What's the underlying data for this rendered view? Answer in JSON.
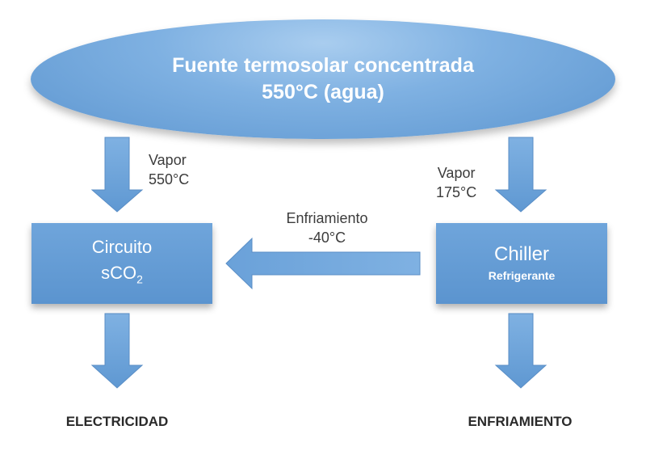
{
  "source": {
    "title": "Fuente termosolar concentrada",
    "subtitle": "550°C (agua)"
  },
  "left_arrow_label": {
    "line1": "Vapor",
    "line2": "550°C"
  },
  "right_arrow_label": {
    "line1": "Vapor",
    "line2": "175°C"
  },
  "middle_arrow_label": {
    "line1": "Enfriamiento",
    "line2": "-40°C"
  },
  "circuit_box": {
    "line1": "Circuito",
    "line2_main": "sCO",
    "line2_sub": "2"
  },
  "chiller_box": {
    "title": "Chiller",
    "subtitle": "Refrigerante"
  },
  "outputs": {
    "left": "ELECTRICIDAD",
    "right": "ENFRIAMIENTO"
  },
  "colors": {
    "shape_fill": "#6fa5db",
    "arrow_fill": "#6fa3d8",
    "arrow_stroke": "#4a7fb8",
    "text_white": "#ffffff"
  }
}
